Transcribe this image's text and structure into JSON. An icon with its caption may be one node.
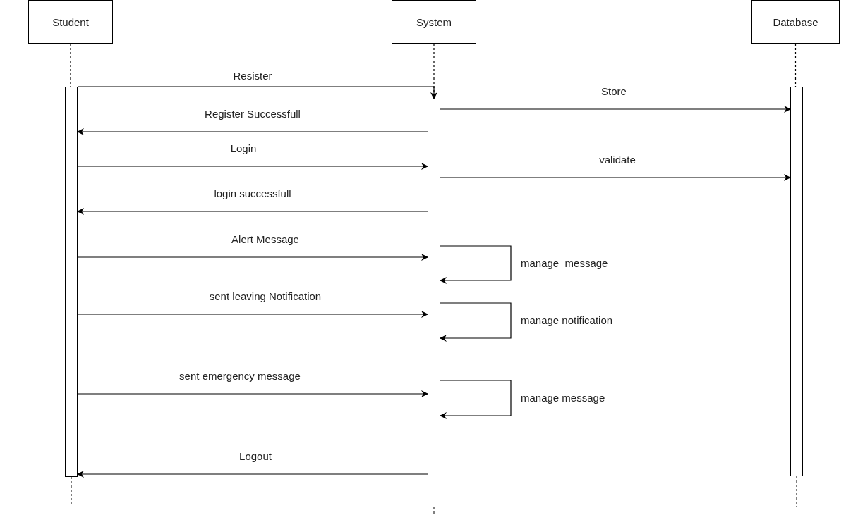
{
  "diagram": {
    "nodes": [
      {
        "text": [
          "Student"
        ]
      },
      {
        "text": [
          "System"
        ]
      },
      {
        "text": [
          "Database"
        ]
      },
      {
        "text": [],
        "shape": "bar"
      },
      {
        "text": [],
        "shape": "bar"
      },
      {
        "text": [],
        "shape": "bar"
      }
    ],
    "edges": [
      {
        "from": 0,
        "to": 3,
        "arrow": "none",
        "style": "dashed"
      },
      {
        "from": 1,
        "to": 4,
        "arrow": "none",
        "style": "dashed"
      },
      {
        "from": 2,
        "to": 5,
        "arrow": "none",
        "style": "dashed"
      },
      {
        "from": 3,
        "to": 4,
        "arrow": "to",
        "label": "Resister"
      },
      {
        "from": 4,
        "to": 5,
        "arrow": "to",
        "label": "Store"
      },
      {
        "from": 4,
        "to": 3,
        "arrow": "to",
        "label": "Register Successfull"
      },
      {
        "from": 3,
        "to": 4,
        "arrow": "to",
        "label": "Login"
      },
      {
        "from": 4,
        "to": 5,
        "arrow": "to",
        "label": "validate"
      },
      {
        "from": 4,
        "to": 3,
        "arrow": "to",
        "label": "login successfull"
      },
      {
        "from": 3,
        "to": 4,
        "arrow": "to",
        "label": "Alert Message"
      },
      {
        "from": 4,
        "to": 4,
        "arrow": "to",
        "label": "manage  message"
      },
      {
        "from": 3,
        "to": 4,
        "arrow": "to",
        "label": "sent leaving Notification"
      },
      {
        "from": 4,
        "to": 4,
        "arrow": "to",
        "label": "manage notification"
      },
      {
        "from": 3,
        "to": 4,
        "arrow": "to",
        "label": "sent emergency message"
      },
      {
        "from": 4,
        "to": 4,
        "arrow": "to",
        "label": "manage message"
      },
      {
        "from": 4,
        "to": 3,
        "arrow": "to",
        "label": "Logout"
      }
    ]
  }
}
